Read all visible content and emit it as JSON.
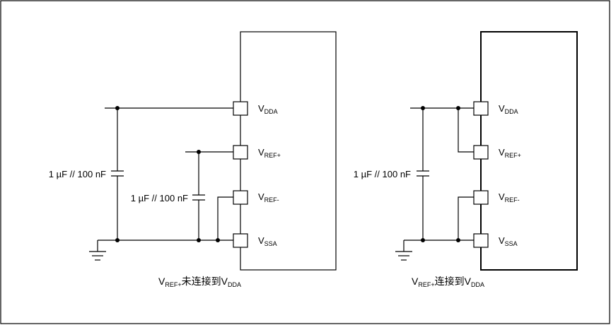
{
  "diagrams": [
    {
      "pins": [
        {
          "main": "V",
          "sub": "DDA"
        },
        {
          "main": "V",
          "sub": "REF+"
        },
        {
          "main": "V",
          "sub": "REF-"
        },
        {
          "main": "V",
          "sub": "SSA"
        }
      ],
      "cap_labels": [
        "1 µF // 100 nF",
        "1 µF // 100 nF"
      ],
      "caption": {
        "v1": "V",
        "s1": "REF+",
        "mid": "未连接到",
        "v2": "V",
        "s2": "DDA"
      }
    },
    {
      "pins": [
        {
          "main": "V",
          "sub": "DDA"
        },
        {
          "main": "V",
          "sub": "REF+"
        },
        {
          "main": "V",
          "sub": "REF-"
        },
        {
          "main": "V",
          "sub": "SSA"
        }
      ],
      "cap_labels": [
        "1 µF // 100 nF"
      ],
      "caption": {
        "v1": "V",
        "s1": "REF+",
        "mid": "连接到",
        "v2": "V",
        "s2": "DDA"
      }
    }
  ]
}
